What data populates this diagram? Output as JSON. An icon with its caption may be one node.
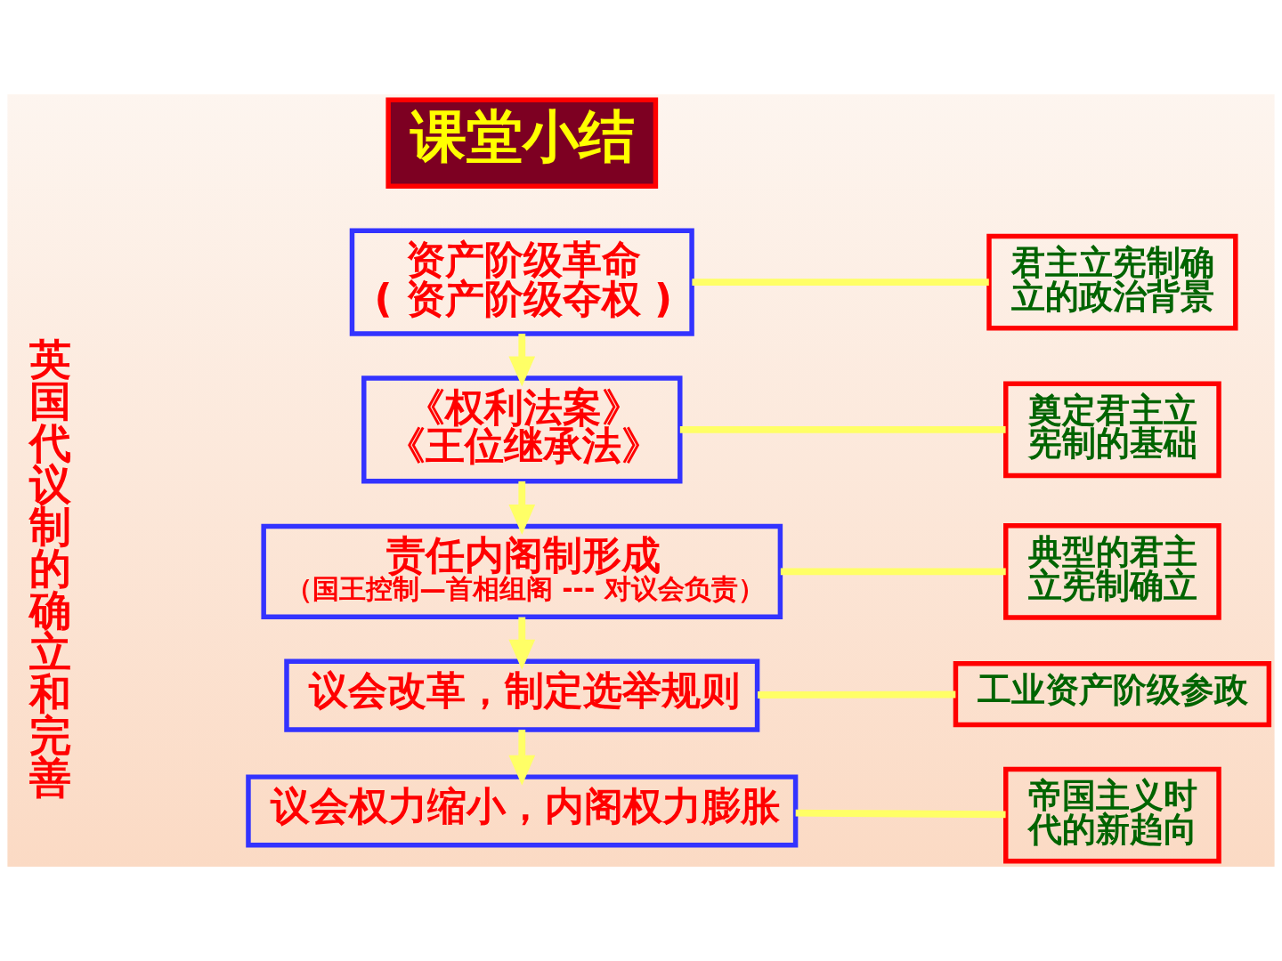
{
  "diagram": {
    "nodes": [
      {
        "text": [
          "课堂小结"
        ]
      },
      {
        "text": [
          "资产阶级革命",
          "( 资产阶级夺权 )"
        ]
      },
      {
        "text": [
          "君主立宪制确立的政治背景"
        ]
      },
      {
        "text": [
          "《权利法案》",
          "《王位继承法》"
        ]
      },
      {
        "text": [
          "奠定君主立宪制的基础"
        ]
      },
      {
        "text": [
          "责任内阁制形成",
          "（国王控制—首相组阁 --- 对议会负责）"
        ]
      },
      {
        "text": [
          "典型的君主立宪制确立"
        ]
      },
      {
        "text": [
          "议会改革，制定选举规则"
        ]
      },
      {
        "text": [
          "工业资产阶级参政"
        ]
      },
      {
        "text": [
          "议会权力缩小，内阁权力膨胀"
        ]
      },
      {
        "text": [
          "帝国主义时代的新趋向"
        ]
      }
    ],
    "edges": [
      {
        "from": 1,
        "to": 2,
        "arrow": "none"
      },
      {
        "from": 1,
        "to": 3,
        "arrow": "to"
      },
      {
        "from": 3,
        "to": 4,
        "arrow": "none"
      },
      {
        "from": 3,
        "to": 5,
        "arrow": "to"
      },
      {
        "from": 5,
        "to": 6,
        "arrow": "none"
      },
      {
        "from": 5,
        "to": 7,
        "arrow": "to"
      },
      {
        "from": 7,
        "to": 8,
        "arrow": "none"
      },
      {
        "from": 7,
        "to": 9,
        "arrow": "to"
      },
      {
        "from": 9,
        "to": 10,
        "arrow": "none"
      }
    ],
    "labels": [
      "英国代议制的确立和完善"
    ]
  }
}
